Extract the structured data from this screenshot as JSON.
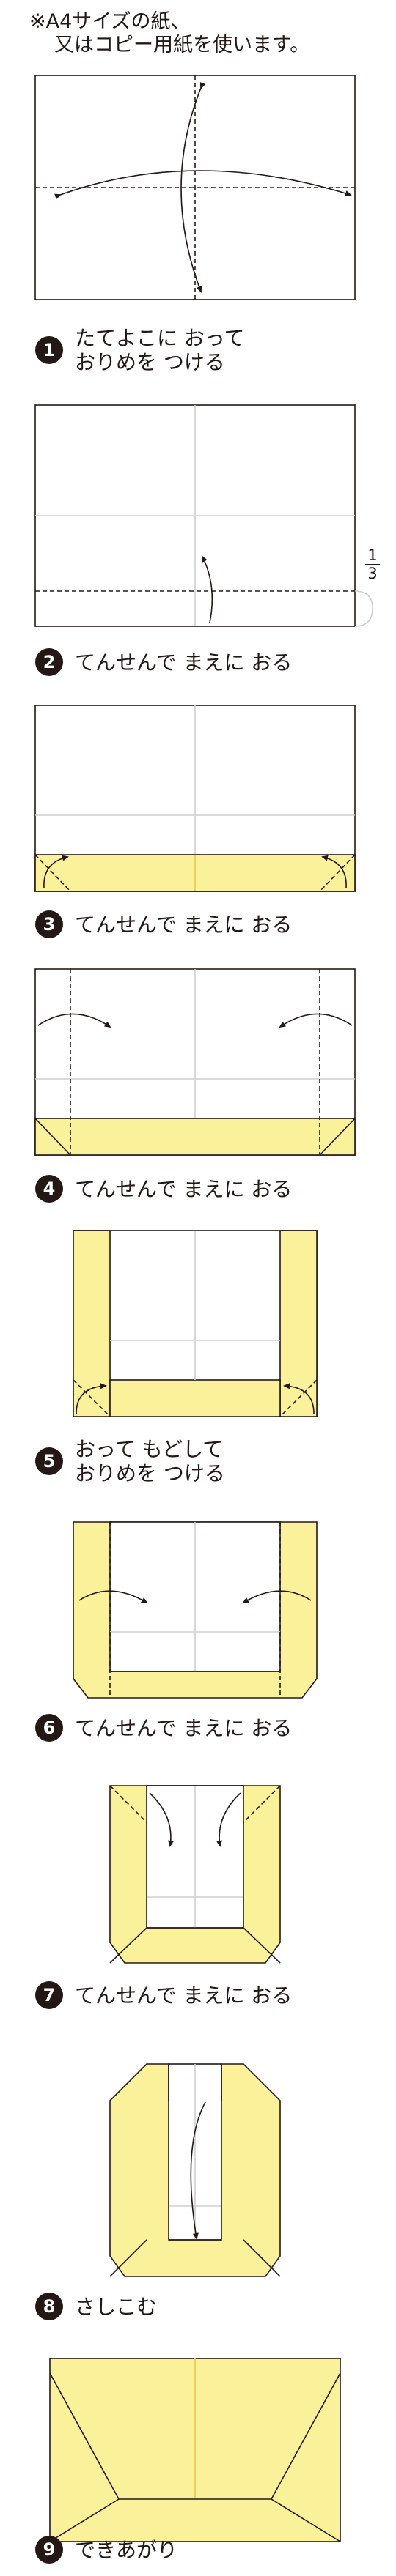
{
  "note": {
    "line1": "※A4サイズの紙、",
    "line2": "又はコピー用紙を使います。"
  },
  "fraction": {
    "numerator": "1",
    "denominator": "3"
  },
  "steps": [
    {
      "num": "1",
      "line1": "たてよこに おって",
      "line2": "おりめを つける"
    },
    {
      "num": "2",
      "line1": "てんせんで まえに おる",
      "line2": ""
    },
    {
      "num": "3",
      "line1": "てんせんで まえに おる",
      "line2": ""
    },
    {
      "num": "4",
      "line1": "てんせんで まえに おる",
      "line2": ""
    },
    {
      "num": "5",
      "line1": "おって もどして",
      "line2": "おりめを つける"
    },
    {
      "num": "6",
      "line1": "てんせんで まえに おる",
      "line2": ""
    },
    {
      "num": "7",
      "line1": "てんせんで まえに おる",
      "line2": ""
    },
    {
      "num": "8",
      "line1": "さしこむ",
      "line2": ""
    },
    {
      "num": "9",
      "line1": "できあがり",
      "line2": ""
    }
  ],
  "colors": {
    "paper": "#ffffff",
    "folded": "#fbf19a",
    "line": "#231815",
    "crease": "#cfcfcf"
  }
}
